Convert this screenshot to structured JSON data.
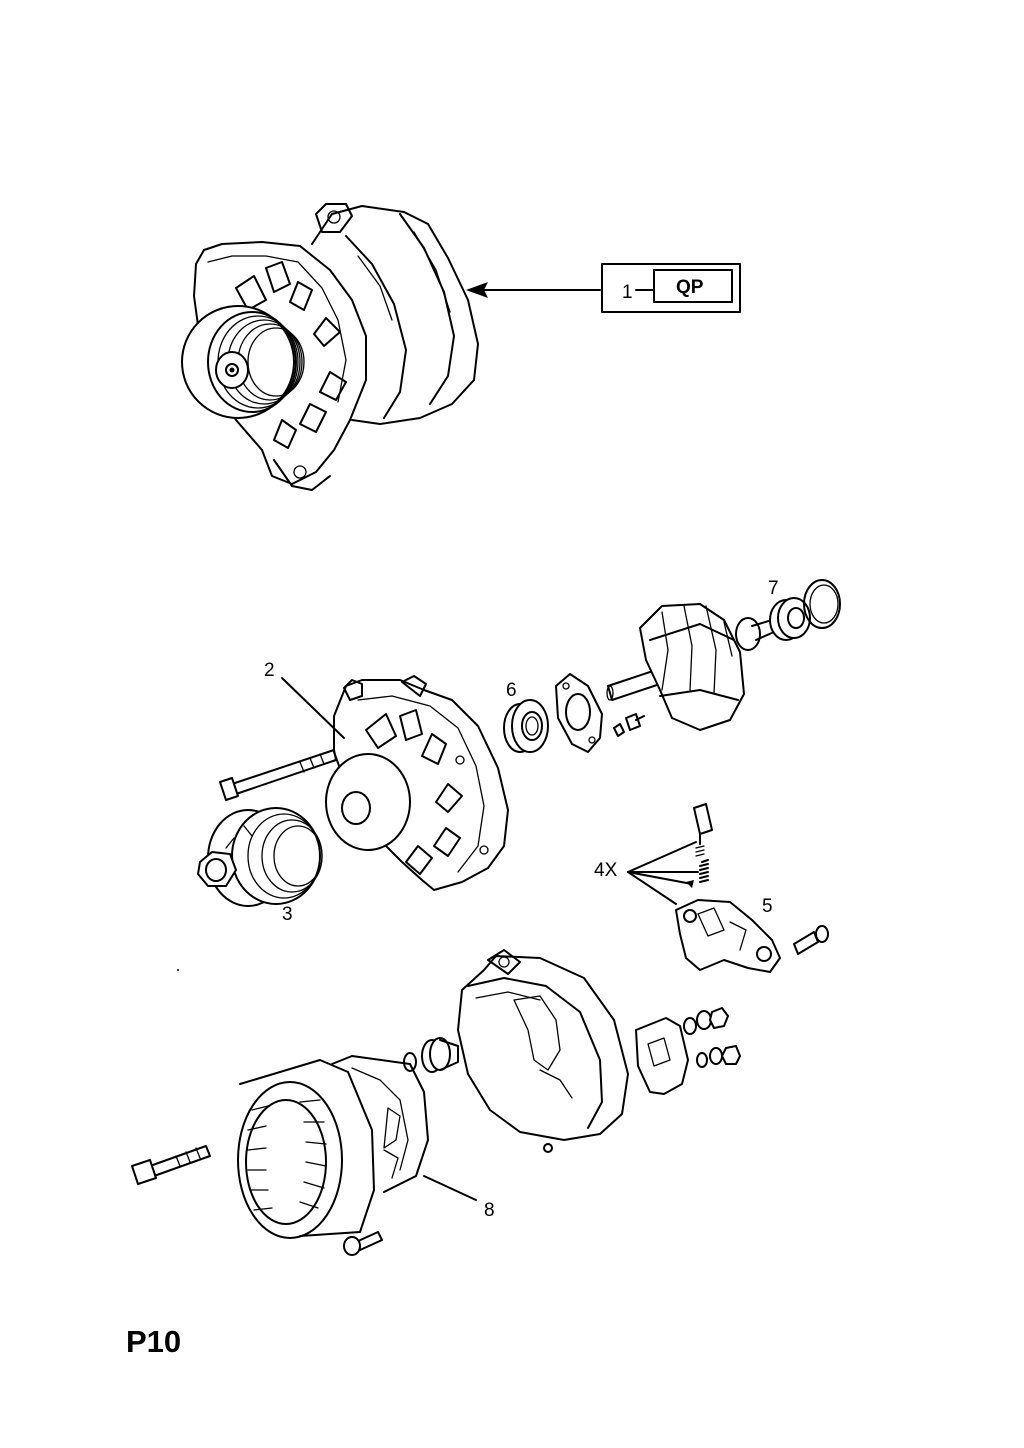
{
  "callouts": {
    "assembly": "1",
    "qp": "QP",
    "drive_end_housing": "2",
    "pulley": "3",
    "brushes": "4X",
    "brush_holder": "5",
    "front_bearing": "6",
    "rear_bearing": "7",
    "stator": "8"
  },
  "page_label": "P10"
}
